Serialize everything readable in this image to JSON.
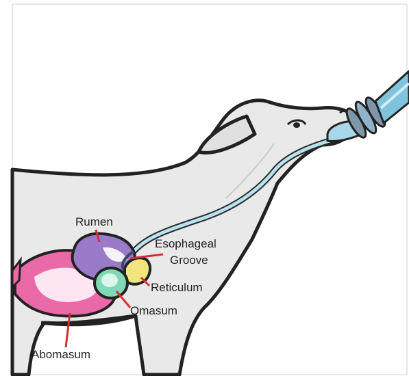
{
  "diagram": {
    "labels": {
      "rumen": "Rumen",
      "esophageal_groove_line1": "Esophageal",
      "esophageal_groove_line2": "Groove",
      "reticulum": "Reticulum",
      "omasum": "Omasum",
      "abomasum": "Abomasum"
    },
    "colors": {
      "rumen": "#9a7bc9",
      "reticulum": "#f1e57e",
      "omasum": "#7fd9b6",
      "abomasum": "#ea6aa8",
      "tube": "#b8e2f0",
      "bottle": "#8fb3c9",
      "leader_line": "#d32f2f",
      "body": "#e9e9e9",
      "outline": "#222222"
    }
  }
}
